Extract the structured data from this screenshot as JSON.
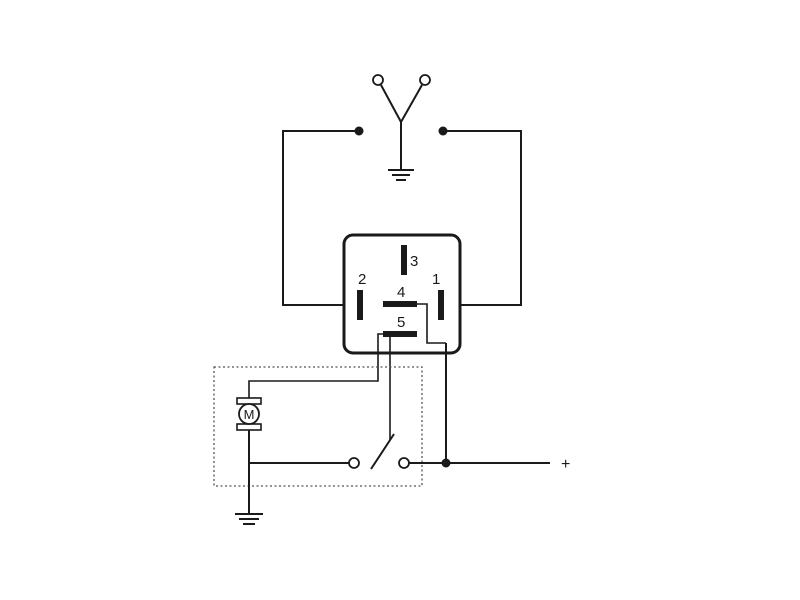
{
  "diagram": {
    "relay": {
      "pins": [
        {
          "id": "pin-1",
          "label": "1"
        },
        {
          "id": "pin-2",
          "label": "2"
        },
        {
          "id": "pin-3",
          "label": "3"
        },
        {
          "id": "pin-4",
          "label": "4"
        },
        {
          "id": "pin-5",
          "label": "5"
        }
      ]
    },
    "supply": {
      "label": "+"
    },
    "components": {
      "motor_symbol": "M",
      "icons": [
        "two-way-switch-icon",
        "ground-icon",
        "motor-icon",
        "switch-icon",
        "junction-dot-icon"
      ]
    },
    "colors": {
      "line": "#1a1a1a",
      "dashed_box": "#555555",
      "background": "#ffffff"
    }
  }
}
